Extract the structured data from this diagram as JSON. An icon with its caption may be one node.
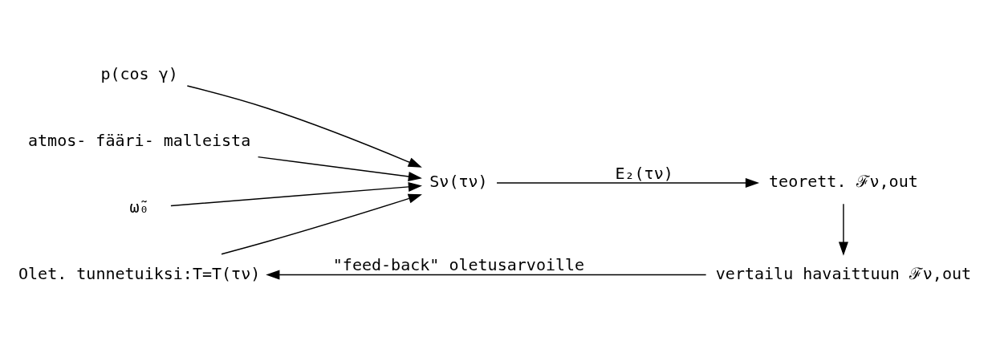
{
  "diagram": {
    "nodes": [
      {
        "text": [
          "Olet. tunnetuiksi:T=T(τν)"
        ]
      },
      {
        "text": [
          "atmos- fääri- malleista"
        ]
      },
      {
        "text": [
          "ω̃₀"
        ]
      },
      {
        "text": [
          "p(cos γ)"
        ]
      },
      {
        "text": [
          "Sν(τν)"
        ]
      },
      {
        "text": [
          "teorett. ℱν,out"
        ]
      },
      {
        "text": [
          "vertailu havaittuun ℱν,out"
        ]
      }
    ],
    "edges": [
      {
        "from": 0,
        "to": 4,
        "arrow": "to"
      },
      {
        "from": 1,
        "to": 4,
        "arrow": "to"
      },
      {
        "from": 2,
        "to": 4,
        "arrow": "to"
      },
      {
        "from": 3,
        "to": 4,
        "arrow": "to"
      },
      {
        "from": 4,
        "to": 5,
        "arrow": "to",
        "label": "E₂(τν)"
      },
      {
        "from": 5,
        "to": 6,
        "arrow": "to"
      },
      {
        "from": 6,
        "to": 0,
        "arrow": "to",
        "label": "\"feed-back\" oletusarvoille"
      }
    ]
  }
}
